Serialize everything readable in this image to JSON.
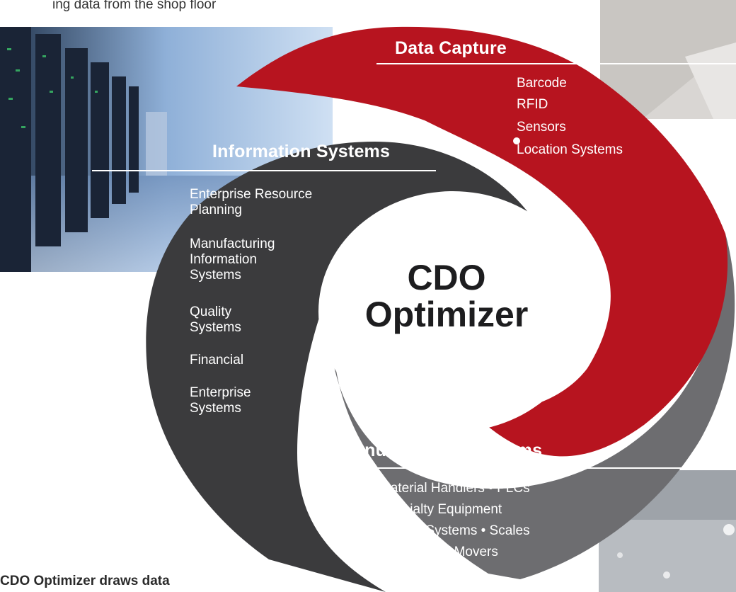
{
  "top_caption": "ing data from the shop floor",
  "center": {
    "line1": "CDO",
    "line2": "Optimizer"
  },
  "sections": {
    "data_capture": {
      "title": "Data Capture",
      "items": [
        "Barcode",
        "RFID",
        "Sensors",
        "Location Systems"
      ],
      "color": "#b7141f"
    },
    "information_systems": {
      "title": "Information Systems",
      "items": [
        "Enterprise Resource Planning",
        "Manufacturing Information Systems",
        "Quality Systems",
        "Financial",
        "Enterprise Systems"
      ],
      "color": "#3d3d3f"
    },
    "manufacturing_systems": {
      "title": "Manufacturing Systems",
      "items": [
        "Material Handlers • PLCs",
        "Specialty Equipment",
        "Sorting Systems • Scales",
        "Fork Truck / Movers"
      ],
      "color": "#6b6b6e"
    }
  },
  "bottom_caption": "CDO Optimizer draws data",
  "icons": [
    "server-room-photo",
    "warehouse-photo",
    "factory-photo"
  ]
}
